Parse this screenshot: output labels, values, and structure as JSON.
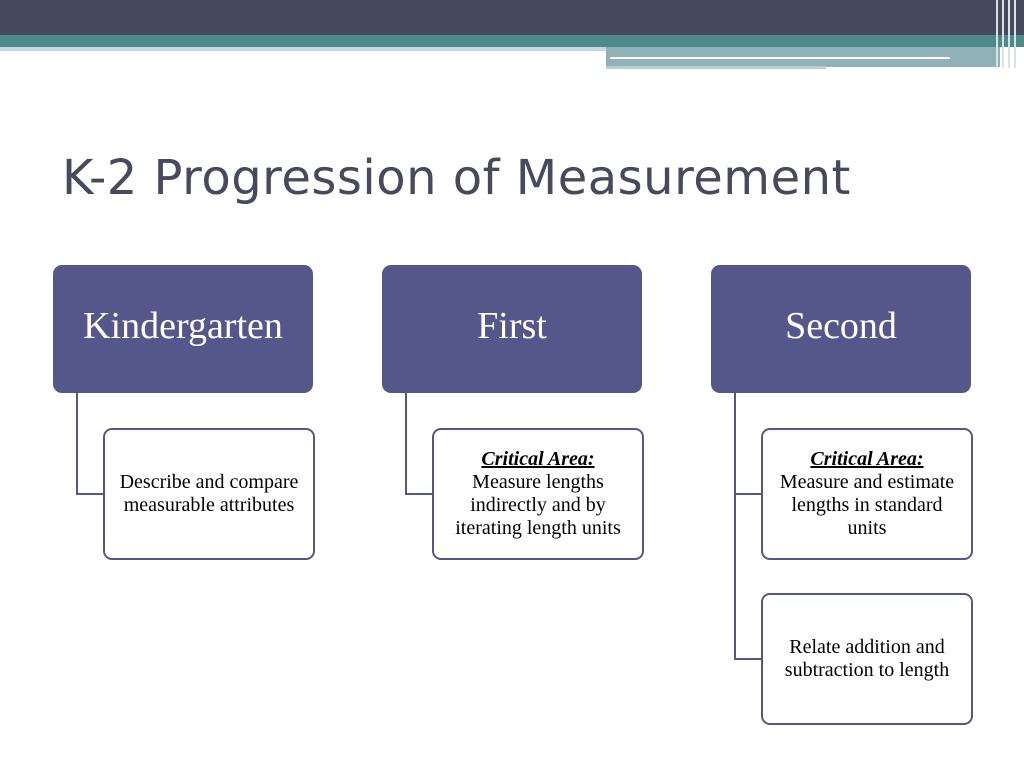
{
  "title": "K-2 Progression of Measurement",
  "colors": {
    "node_fill": "#55578b",
    "node_border": "#55578b",
    "title": "#474a5e",
    "band_dark": "#474a5e",
    "band_teal": "#4d8a8c"
  },
  "columns": [
    {
      "header": "Kindergarten",
      "children": [
        {
          "critical": "",
          "text": "Describe and compare measurable attributes"
        }
      ]
    },
    {
      "header": "First",
      "children": [
        {
          "critical": "Critical Area:",
          "text": "Measure lengths indirectly and by iterating length units"
        }
      ]
    },
    {
      "header": "Second",
      "children": [
        {
          "critical": "Critical Area:",
          "text": "Measure and estimate lengths in standard units"
        },
        {
          "critical": "",
          "text": "Relate addition and subtraction to length"
        }
      ]
    }
  ]
}
